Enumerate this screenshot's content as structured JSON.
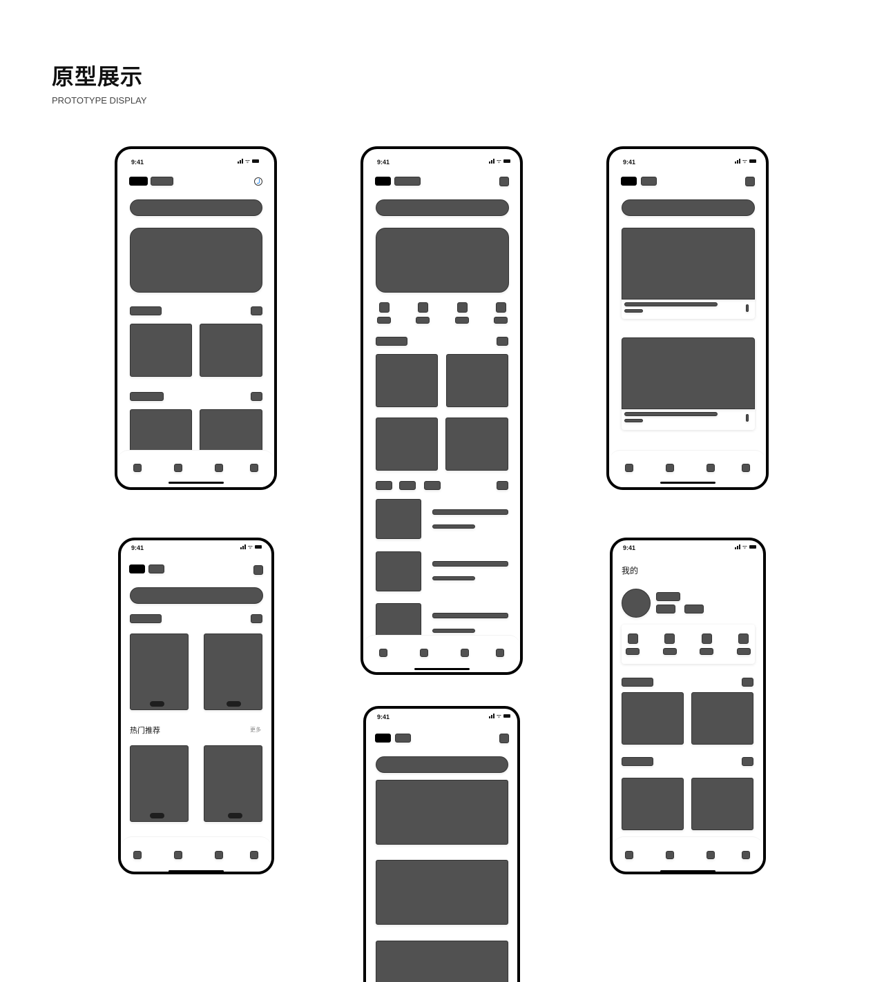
{
  "header": {
    "title": "原型展示",
    "subtitle": "PROTOTYPE DISPLAY"
  },
  "status_bar": {
    "time": "9:41"
  },
  "screens": {
    "home_1": {
      "icon": "refresh-icon"
    },
    "home_2": {},
    "feed": {},
    "category": {
      "section_title": "热门推荐",
      "more_label": "更多"
    },
    "list": {},
    "profile": {
      "page_title": "我的"
    }
  },
  "colors": {
    "placeholder": "#515151",
    "frame": "#000000",
    "accent": "#2a8cf0"
  }
}
